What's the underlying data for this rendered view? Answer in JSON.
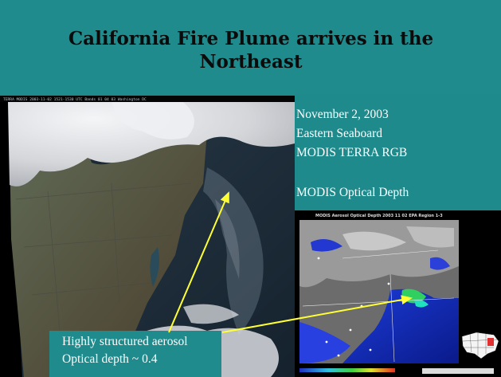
{
  "slide": {
    "title_line1": "California Fire Plume arrives in the",
    "title_line2": "Northeast",
    "background_color": "#1f8b8d",
    "title_color": "#0b0b0b",
    "text_color": "#ffffff",
    "arrow_color": "#ffff33"
  },
  "satellite_image": {
    "caption": "TERRA MODIS 2003-11-02 1521-1530 UTC Bands 01 04 03 Washington DC"
  },
  "info": {
    "date": "November 2, 2003",
    "region": "Eastern Seaboard",
    "product": "MODIS TERRA RGB",
    "aod_label": "MODIS Optical Depth"
  },
  "aod_image": {
    "header": "MODIS Aerosol Optical Depth  2003 11 02  EPA Region 1-3"
  },
  "callout": {
    "line1": "Highly structured aerosol",
    "line2": "Optical depth ~ 0.4"
  }
}
